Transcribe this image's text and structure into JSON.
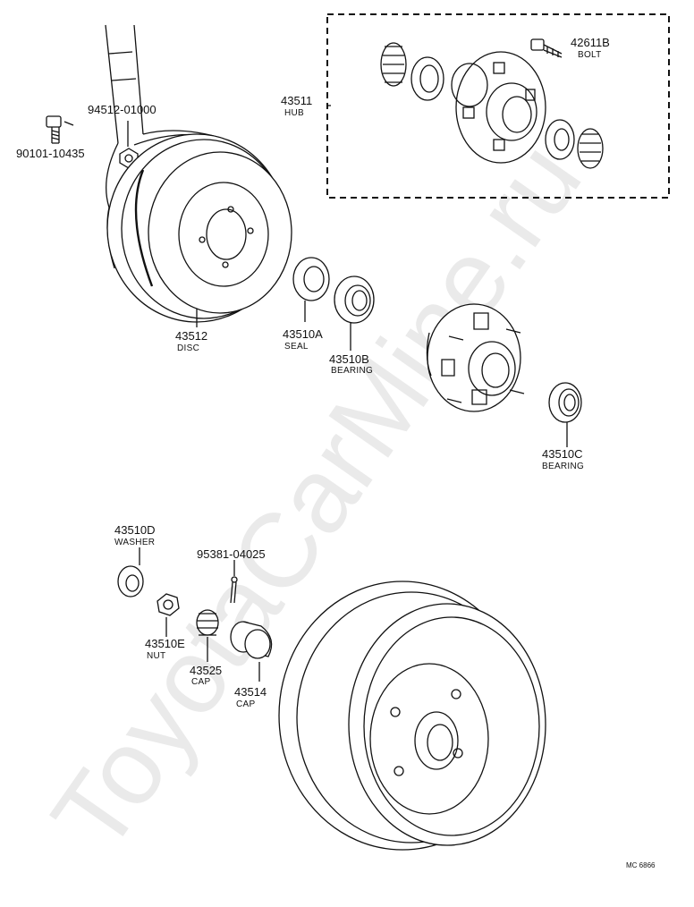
{
  "watermark": "ToyotaCarMine.ru",
  "diagram_code": "MC  6866",
  "parts": {
    "p90101": {
      "number": "90101-10435",
      "name": ""
    },
    "p94512": {
      "number": "94512-01000",
      "name": ""
    },
    "p43511": {
      "number": "43511",
      "name": "HUB"
    },
    "p42611B": {
      "number": "42611B",
      "name": "BOLT"
    },
    "p43512": {
      "number": "43512",
      "name": "DISC"
    },
    "p43510A": {
      "number": "43510A",
      "name": "SEAL"
    },
    "p43510B": {
      "number": "43510B",
      "name": "BEARING"
    },
    "p43510C": {
      "number": "43510C",
      "name": "BEARING"
    },
    "p43510D": {
      "number": "43510D",
      "name": "WASHER"
    },
    "p95381": {
      "number": "95381-04025",
      "name": ""
    },
    "p43510E": {
      "number": "43510E",
      "name": "NUT"
    },
    "p43525": {
      "number": "43525",
      "name": "CAP"
    },
    "p43514": {
      "number": "43514",
      "name": "CAP"
    }
  }
}
